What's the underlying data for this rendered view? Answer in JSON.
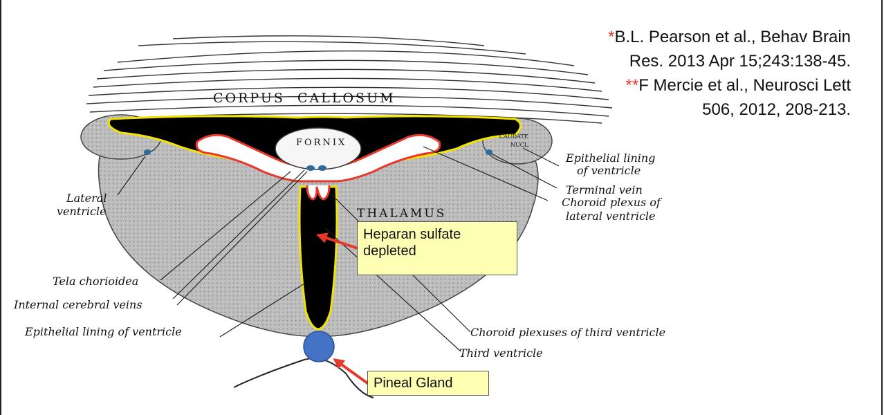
{
  "diagram": {
    "structure_labels": {
      "corpus_callosum": "CORPUS  CALLOSUM",
      "fornix": "FORNIX",
      "caudate_nucl_1": "CAUDATE",
      "caudate_nucl_2": "NUCL.",
      "thalamus": "THALAMUS"
    },
    "left_labels": {
      "lateral_ventricle_1": "Lateral",
      "lateral_ventricle_2": "ventricle",
      "tela_chorioidea": "Tela chorioidea",
      "internal_cerebral_veins": "Internal cerebral veins",
      "epithelial_lining": "Epithelial lining of ventricle"
    },
    "right_labels": {
      "epithelial_lining_1": "Epithelial lining",
      "epithelial_lining_2": "of ventricle",
      "terminal_vein": "Terminal vein",
      "choroid_plexus_lat_1": "Choroid plexus of",
      "choroid_plexus_lat_2": "lateral ventricle",
      "choroid_plexuses_third": "Choroid plexuses of third ventricle",
      "third_ventricle": "Third ventricle"
    },
    "colors": {
      "ventricle": "#000000",
      "epithelial_outline": "#f2e400",
      "plexus_outline": "#e8382b",
      "tissue": "#b4b4b4",
      "pineal": "#4472c4",
      "arrow": "#e8382b",
      "callout_bg": "#ffffb3"
    }
  },
  "references": {
    "ref1_marker": "*",
    "ref1_line1": "B.L. Pearson et al., Behav Brain",
    "ref1_line2": "Res. 2013 Apr 15;243:138-45.",
    "ref2_marker": "**",
    "ref2_line1": "F Mercie et al., Neurosci Lett",
    "ref2_line2": "506, 2012, 208-213."
  },
  "callouts": {
    "heparan_line1": "Heparan sulfate",
    "heparan_line2": "depleted",
    "pineal": "Pineal Gland"
  }
}
